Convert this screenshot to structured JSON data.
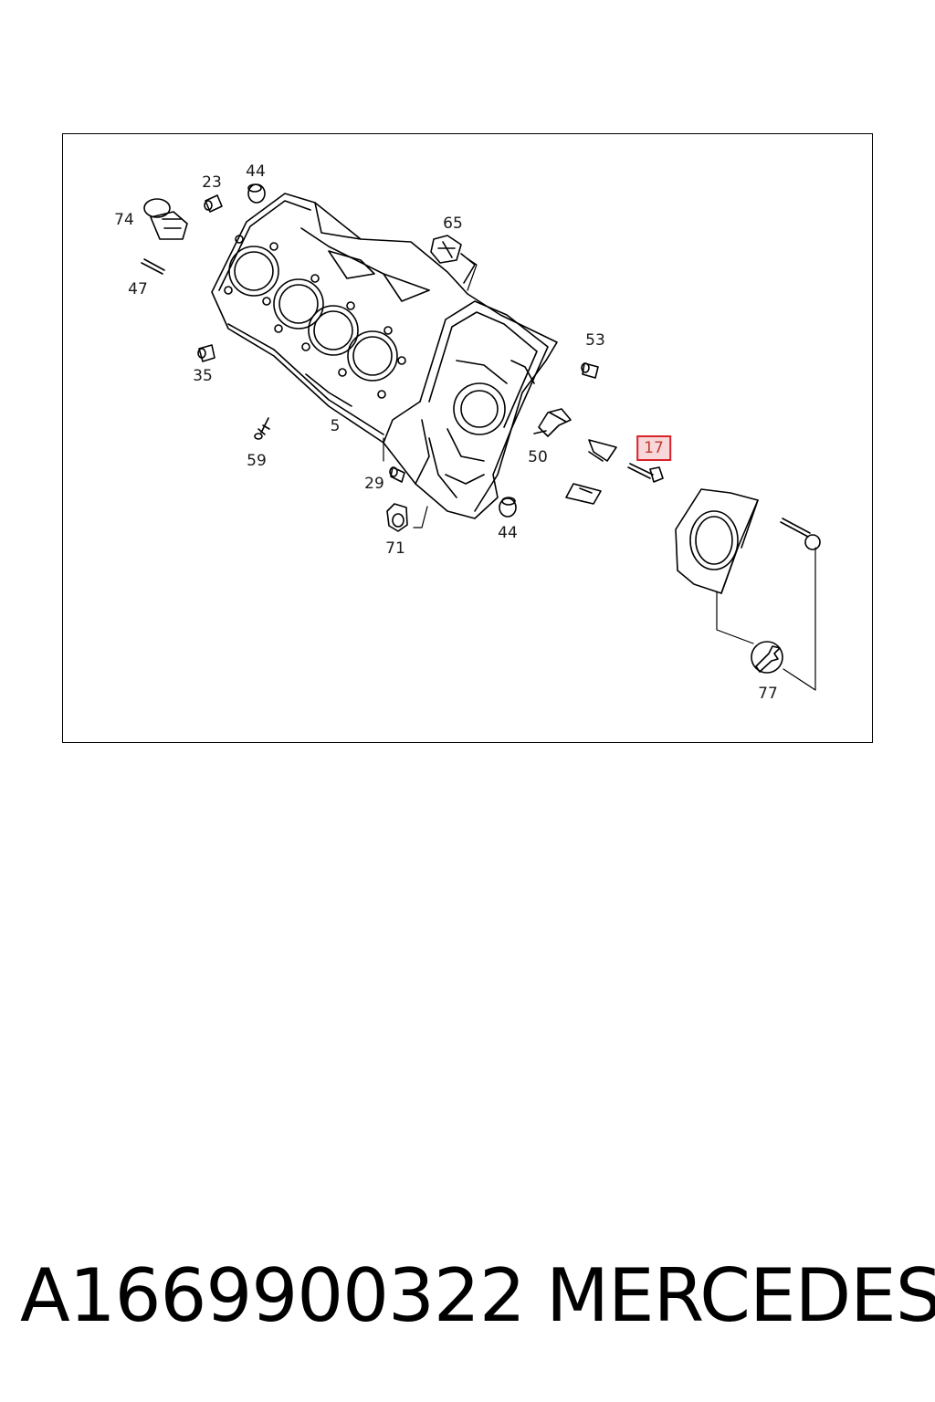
{
  "diagram": {
    "callouts": {
      "p23": "23",
      "p44a": "44",
      "p74": "74",
      "p65": "65",
      "p47": "47",
      "p53": "53",
      "p35": "35",
      "p5": "5",
      "p59": "59",
      "p50": "50",
      "p17": "17",
      "p29": "29",
      "p44b": "44",
      "p71": "71",
      "p77": "77"
    },
    "highlighted_callout": "17",
    "highlight_color": "#d9222a"
  },
  "caption": {
    "part_number": "A1669900322",
    "brand": "MERCEDES"
  }
}
